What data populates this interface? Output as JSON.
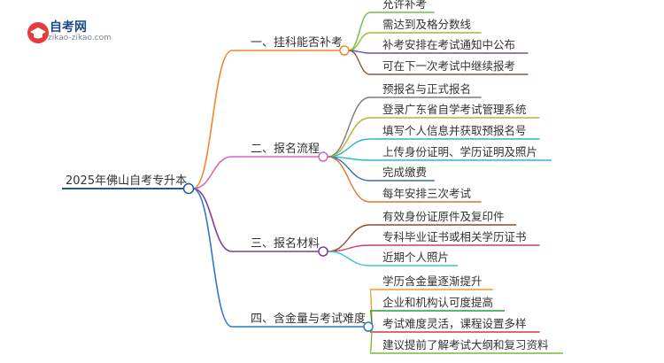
{
  "logo": {
    "title": "自考网",
    "url": "zikao-zikao.com"
  },
  "root": {
    "label": "2025年佛山自考专升本",
    "color": "#1f5a8a"
  },
  "branches": [
    {
      "label": "一、挂科能否补考",
      "color": "#f0872a",
      "children": [
        {
          "label": "允许补考",
          "color": "#6abf4b"
        },
        {
          "label": "需达到及格分数线",
          "color": "#9bbf2a"
        },
        {
          "label": "补考安排在考试通知中公布",
          "color": "#6b4ea0"
        },
        {
          "label": "可在下一次考试中继续报考",
          "color": "#8a5a3c"
        }
      ]
    },
    {
      "label": "二、报名流程",
      "color": "#d46ab6",
      "children": [
        {
          "label": "预报名与正式报名",
          "color": "#7b7b7b"
        },
        {
          "label": "登录广东省自学考试管理系统",
          "color": "#b5b82a"
        },
        {
          "label": "填写个人信息并获取预报名号",
          "color": "#2bb5c9"
        },
        {
          "label": "上传身份证明、学历证明及照片",
          "color": "#28b8d6"
        },
        {
          "label": "完成缴费",
          "color": "#2f6fb8"
        },
        {
          "label": "每年安排三次考试",
          "color": "#e8712b"
        }
      ]
    },
    {
      "label": "三、报名材料",
      "color": "#7a3fa0",
      "children": [
        {
          "label": "有效身份证原件及复印件",
          "color": "#8a4a2a"
        },
        {
          "label": "专科毕业证书或相关学历证书",
          "color": "#d43a6a"
        },
        {
          "label": "近期个人照片",
          "color": "#3cc0e0"
        }
      ]
    },
    {
      "label": "四、含金量与考试难度",
      "color": "#2f78c8",
      "children": [
        {
          "label": "学历含金量逐渐提升",
          "color": "#f09a2a"
        },
        {
          "label": "企业和机构认可度提高",
          "color": "#2e9a3a"
        },
        {
          "label": "考试难度灵活，课程设置多样",
          "color": "#d43a3a"
        },
        {
          "label": "建议提前了解考试大纲和复习资料",
          "color": "#7ab83a"
        }
      ]
    }
  ]
}
